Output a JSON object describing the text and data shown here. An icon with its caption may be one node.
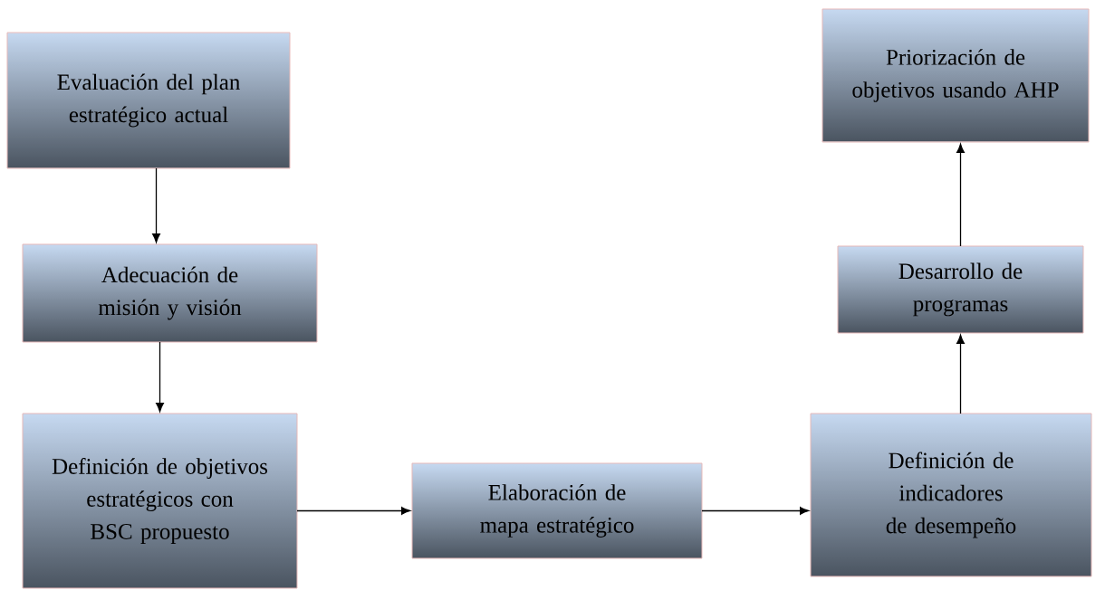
{
  "diagram": {
    "nodes": [
      {
        "text": [
          "Evaluación del plan estratégico actual"
        ]
      },
      {
        "text": [
          "Adecuación de misión y visión"
        ]
      },
      {
        "text": [
          "Definición de objetivos estratégicos con BSC propuesto"
        ]
      },
      {
        "text": [
          "Elaboración de mapa estratégico"
        ]
      },
      {
        "text": [
          "Definición de indicadores de desempeño"
        ]
      },
      {
        "text": [
          "Desarrollo de programas"
        ]
      },
      {
        "text": [
          "Priorización de objetivos usando AHP"
        ]
      }
    ],
    "edges": [
      {
        "from": 0,
        "to": 1,
        "arrow": "to"
      },
      {
        "from": 1,
        "to": 2,
        "arrow": "to"
      },
      {
        "from": 2,
        "to": 3,
        "arrow": "to"
      },
      {
        "from": 3,
        "to": 4,
        "arrow": "to"
      },
      {
        "from": 4,
        "to": 5,
        "arrow": "to"
      },
      {
        "from": 5,
        "to": 6,
        "arrow": "to"
      }
    ]
  }
}
